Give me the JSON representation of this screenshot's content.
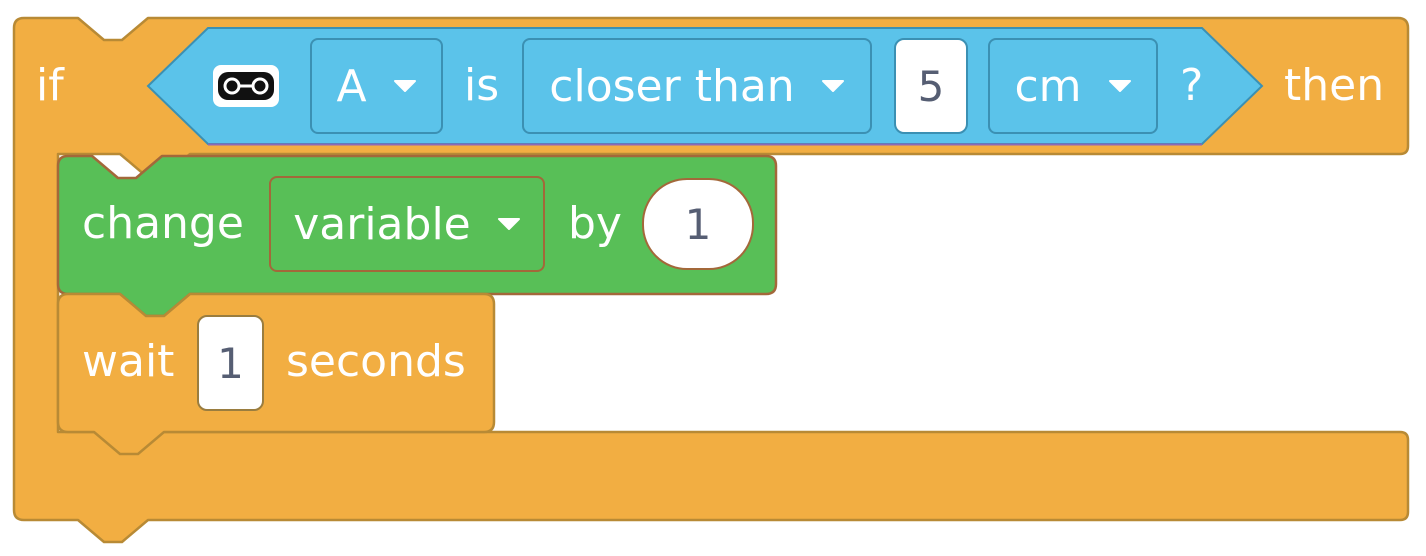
{
  "if_block": {
    "keyword_if": "if",
    "keyword_then": "then",
    "colors": {
      "fill": "#f2ae42",
      "stroke": "#b88a35"
    }
  },
  "condition": {
    "icon": "distance-sensor-icon",
    "sensor_port": "A",
    "word_is": "is",
    "comparison": "closer than",
    "distance_value": "5",
    "unit": "cm",
    "question_mark": "?",
    "colors": {
      "fill": "#5bc3ea",
      "stroke": "#3b90b3"
    }
  },
  "change_block": {
    "keyword": "change",
    "variable": "variable",
    "word_by": "by",
    "amount": "1",
    "colors": {
      "fill": "#58bf57",
      "stroke": "#a3683a"
    }
  },
  "wait_block": {
    "keyword": "wait",
    "duration": "1",
    "unit": "seconds",
    "colors": {
      "fill": "#f2ae42",
      "stroke": "#b88a35"
    }
  }
}
